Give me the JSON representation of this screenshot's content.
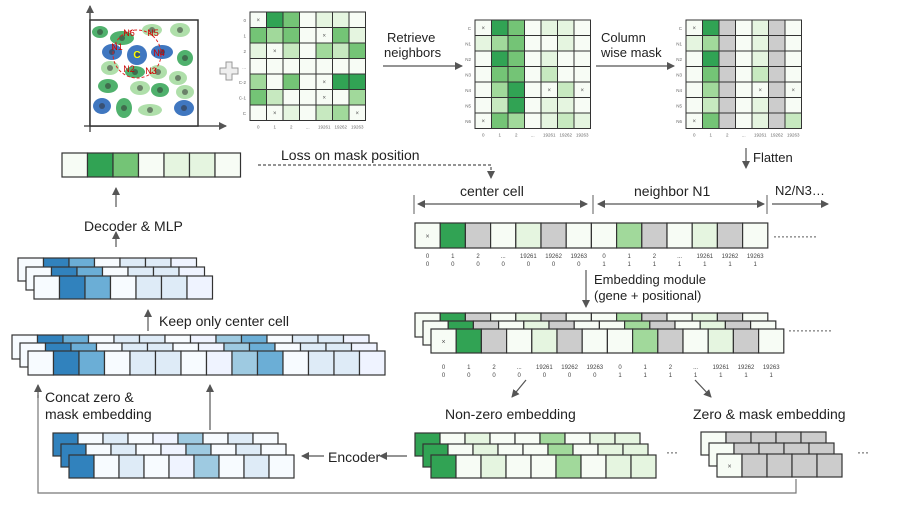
{
  "colors": {
    "green_dark": "#31a354",
    "green_mid": "#74c476",
    "green_light": "#a1d99b",
    "green_pale": "#c7e9c0",
    "green_faint": "#e5f5e0",
    "green_white": "#f7fcf5",
    "gray_mask": "#cccccc",
    "blue_dark": "#3182bd",
    "blue_mid": "#6baed6",
    "blue_light": "#9ecae1",
    "blue_pale": "#deebf7",
    "blue_faint": "#eff3ff",
    "blue_white": "#f7fbff",
    "cell_c_label": "#ffff00",
    "neighbor_label": "#cc0000"
  },
  "tissue_image": {
    "center_label": "C",
    "neighbor_labels": [
      "N1",
      "N2",
      "N3",
      "N4",
      "N5",
      "N6"
    ]
  },
  "matrices": {
    "col_ticks": [
      "0",
      "1",
      "2",
      "...",
      "19261",
      "19262",
      "19263"
    ],
    "input": {
      "row_ticks": [
        "0",
        "1",
        "2",
        "...",
        "C-2",
        "C-1",
        "C"
      ],
      "cells": [
        [
          "w*",
          "d",
          "m",
          "w",
          "f",
          "f",
          "w"
        ],
        [
          "m",
          "l",
          "m",
          "w",
          "w*",
          "m",
          "f"
        ],
        [
          "f",
          "w*",
          "p",
          "w",
          "l",
          "p",
          "m"
        ],
        [
          "w",
          "w",
          "w",
          "w",
          "w",
          "w",
          "w"
        ],
        [
          "l",
          "w",
          "m",
          "w",
          "w*",
          "d",
          "d"
        ],
        [
          "m",
          "p",
          "w",
          "w",
          "w*",
          "w",
          "l"
        ],
        [
          "w",
          "w*",
          "f",
          "w",
          "p",
          "l",
          "w*"
        ]
      ]
    },
    "neighbors": {
      "row_ticks": [
        "C",
        "N1",
        "N2",
        "N3",
        "N4",
        "N5",
        "N6"
      ],
      "cells": [
        [
          "w*",
          "d",
          "m",
          "w",
          "f",
          "f",
          "w"
        ],
        [
          "f",
          "l",
          "m",
          "w",
          "w",
          "f",
          "w"
        ],
        [
          "w",
          "d",
          "m",
          "w",
          "f",
          "w",
          "w"
        ],
        [
          "w",
          "m",
          "m",
          "w",
          "p",
          "w",
          "w"
        ],
        [
          "w",
          "l",
          "d",
          "w",
          "w*",
          "p",
          "w*"
        ],
        [
          "w",
          "p",
          "d",
          "w",
          "f",
          "f",
          "w"
        ],
        [
          "w*",
          "m",
          "l",
          "w",
          "f",
          "p",
          "f"
        ]
      ]
    },
    "masked": {
      "row_ticks": [
        "C",
        "N1",
        "N2",
        "N3",
        "N4",
        "N5",
        "N6"
      ],
      "cells": [
        [
          "w*",
          "d",
          "g",
          "w",
          "f",
          "g",
          "w"
        ],
        [
          "f",
          "l",
          "g",
          "w",
          "f",
          "g",
          "w"
        ],
        [
          "w",
          "d",
          "g",
          "w",
          "f",
          "g",
          "w"
        ],
        [
          "w",
          "m",
          "g",
          "w",
          "p",
          "g",
          "w"
        ],
        [
          "w",
          "l",
          "g",
          "w",
          "w*",
          "g",
          "w*"
        ],
        [
          "w",
          "p",
          "g",
          "w",
          "f",
          "g",
          "w"
        ],
        [
          "w*",
          "m",
          "g",
          "w",
          "f",
          "g",
          "p"
        ]
      ]
    }
  },
  "labels": {
    "retrieve": [
      "Retrieve",
      "neighbors"
    ],
    "column_mask": [
      "Column",
      "wise mask"
    ],
    "flatten": "Flatten",
    "loss": "Loss on mask position",
    "center_cell": "center cell",
    "neighbor_n1": "neighbor N1",
    "n2n3": "N2/N3…",
    "embedding": [
      "Embedding module",
      "(gene + positional)"
    ],
    "nonzero": "Non-zero embedding",
    "zero_mask": "Zero & mask embedding",
    "encoder": "Encoder",
    "concat": [
      "Concat zero &",
      "mask embedding"
    ],
    "keep_center": "Keep only center cell",
    "decoder": "Decoder & MLP",
    "dots_long": "···········",
    "dots_short": "···"
  },
  "flattened": {
    "cells": [
      "w*",
      "d",
      "g",
      "w",
      "f",
      "g",
      "w",
      "w",
      "l",
      "g",
      "w",
      "f",
      "g",
      "w"
    ],
    "gene_ticks": [
      "0",
      "1",
      "2",
      "...",
      "19261",
      "19262",
      "19263",
      "0",
      "1",
      "2",
      "...",
      "19261",
      "19262",
      "19263"
    ],
    "pos_ticks": [
      "0",
      "0",
      "0",
      "0",
      "0",
      "0",
      "0",
      "1",
      "1",
      "1",
      "1",
      "1",
      "1",
      "1"
    ]
  },
  "nonzero_cells": [
    "d",
    "w",
    "f",
    "w",
    "w",
    "l",
    "w",
    "f",
    "f"
  ],
  "zero_mask_cells": [
    "w*",
    "g",
    "g",
    "g",
    "g"
  ],
  "encoded_cells": [
    "bd",
    "bw",
    "bp",
    "bw",
    "bf",
    "bl",
    "bw",
    "bp",
    "bw"
  ],
  "concat_cells": [
    "bw",
    "bd",
    "bm",
    "bw",
    "bp",
    "bp",
    "bw",
    "bf",
    "bl",
    "bm",
    "bw",
    "bp",
    "bp",
    "bf"
  ],
  "center_cells": [
    "bw",
    "bd",
    "bm",
    "bw",
    "bp",
    "bp",
    "bf"
  ],
  "output_cells": [
    "w",
    "d",
    "m",
    "w",
    "f",
    "f",
    "w"
  ]
}
